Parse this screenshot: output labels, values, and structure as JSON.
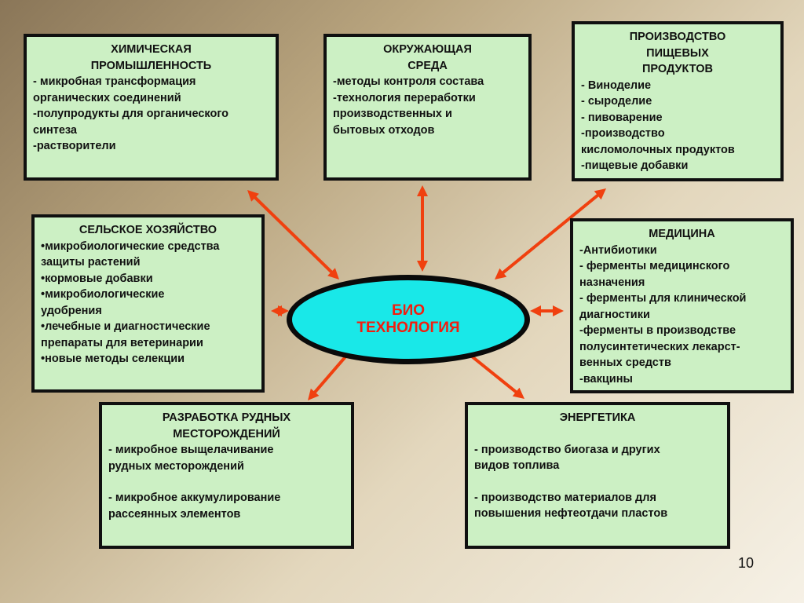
{
  "center": {
    "line1": "БИО",
    "line2": "ТЕХНОЛОГИЯ"
  },
  "page_number": "10",
  "colors": {
    "arrow": "#f0400f",
    "box_fill": "#ccf0c4",
    "box_border": "#101010",
    "center_fill": "#19e8e8",
    "center_text": "#f21d0f"
  },
  "boxes": {
    "chemical": {
      "title": [
        "ХИМИЧЕСКАЯ",
        "ПРОМЫШЛЕННОСТЬ"
      ],
      "lines": [
        "- микробная трансформация",
        "органических соединений",
        "-полупродукты для органического",
        "синтеза",
        "-растворители"
      ]
    },
    "environment": {
      "title": [
        "ОКРУЖАЮЩАЯ",
        "СРЕДА"
      ],
      "lines": [
        "-методы контроля состава",
        "-технология переработки",
        "производственных и",
        "бытовых отходов"
      ]
    },
    "food": {
      "title": [
        "ПРОИЗВОДСТВО",
        "ПИЩЕВЫХ",
        "ПРОДУКТОВ"
      ],
      "lines": [
        "- Виноделие",
        "- сыроделие",
        "- пивоварение",
        "-производство",
        "кисломолочных продуктов",
        "-пищевые добавки"
      ]
    },
    "agriculture": {
      "title": [
        "СЕЛЬСКОЕ ХОЗЯЙСТВО"
      ],
      "lines": [
        "•микробиологические средства",
        "защиты растений",
        "•кормовые добавки",
        "•микробиологические",
        "удобрения",
        "•лечебные и диагностические",
        "препараты для ветеринарии",
        "•новые методы селекции"
      ]
    },
    "medicine": {
      "title": [
        "МЕДИЦИНА"
      ],
      "lines": [
        "-Антибиотики",
        "- ферменты медицинского",
        "назначения",
        "- ферменты для клинической",
        "диагностики",
        "-ферменты в производстве",
        "полусинтетических лекарст-",
        "венных средств",
        "-вакцины"
      ]
    },
    "mining": {
      "title": [
        "РАЗРАБОТКА РУДНЫХ",
        "МЕСТОРОЖДЕНИЙ"
      ],
      "lines": [
        "- микробное выщелачивание",
        "рудных  месторождений",
        "",
        "- микробное аккумулирование",
        "рассеянных элементов"
      ]
    },
    "energy": {
      "title": [
        "ЭНЕРГЕТИКА"
      ],
      "lines": [
        "",
        "- производство биогаза и других",
        "видов топлива",
        "",
        "- производство материалов для",
        "повышения нефтеотдачи пластов"
      ]
    }
  }
}
